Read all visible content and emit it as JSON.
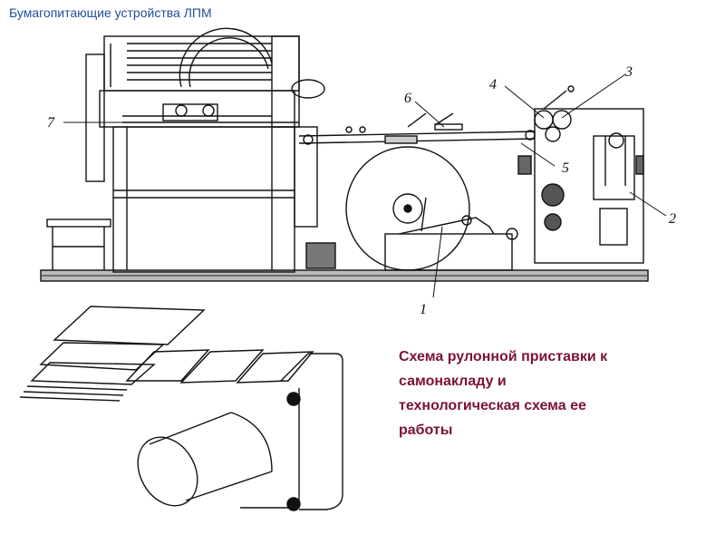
{
  "page": {
    "title": "Бумагопитающие устройства ЛПМ"
  },
  "caption": {
    "lines": [
      "Схема рулонной приставки к",
      "самонакладу и",
      "технологическая схема ее",
      "работы"
    ]
  },
  "diagram": {
    "callouts": [
      "1",
      "2",
      "3",
      "4",
      "5",
      "6",
      "7"
    ]
  },
  "colors": {
    "title": "#1f4e9a",
    "caption": "#7b1234",
    "lines": "#111111"
  }
}
